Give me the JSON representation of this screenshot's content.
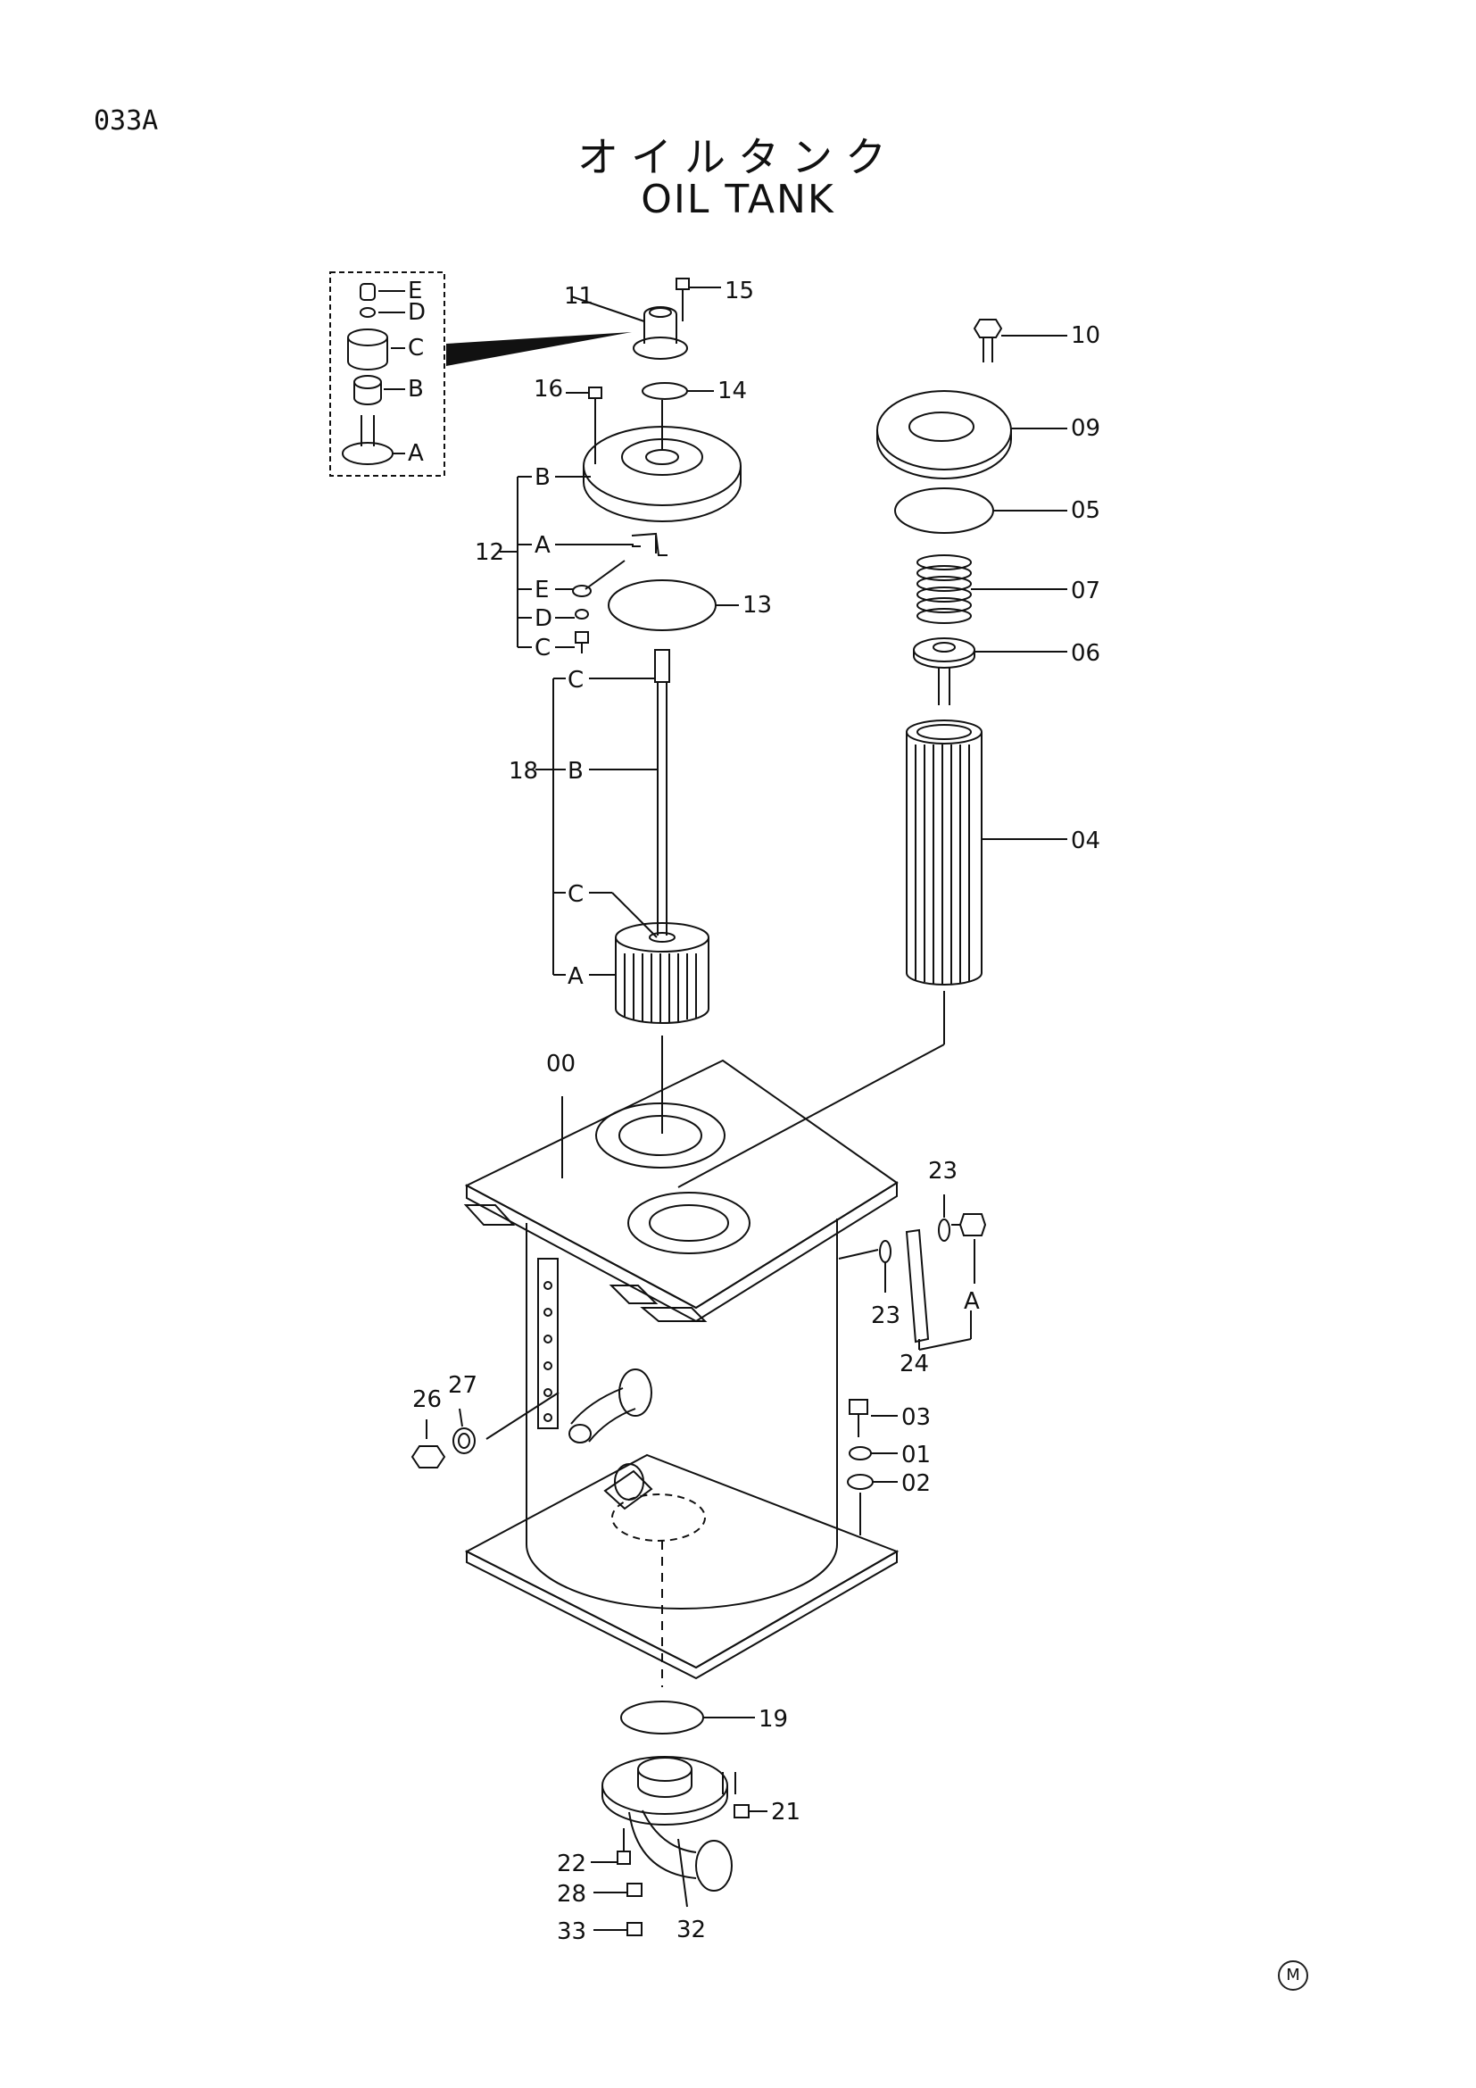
{
  "page": {
    "code": "033A",
    "title_jp": "オイルタンク",
    "title_en": "OIL TANK",
    "mark": "M"
  },
  "labels": {
    "p00": "00",
    "p01": "01",
    "p02": "02",
    "p03": "03",
    "p04": "04",
    "p05": "05",
    "p06": "06",
    "p07": "07",
    "p09": "09",
    "p10": "10",
    "p11": "11",
    "p12": "12",
    "p13": "13",
    "p14": "14",
    "p15": "15",
    "p16": "16",
    "p18": "18",
    "p19": "19",
    "p21": "21",
    "p22": "22",
    "p23a": "23",
    "p23b": "23",
    "p24": "24",
    "p26": "26",
    "p27": "27",
    "p28": "28",
    "p32": "32",
    "p33": "33",
    "p24_sub_a": "A",
    "inset": {
      "e": "E",
      "d": "D",
      "c": "C",
      "b": "B",
      "a": "A"
    },
    "sub12": {
      "b": "B",
      "a": "A",
      "e": "E",
      "d": "D",
      "c": "C"
    },
    "sub18": {
      "c1": "C",
      "b": "B",
      "c2": "C",
      "a": "A"
    }
  }
}
